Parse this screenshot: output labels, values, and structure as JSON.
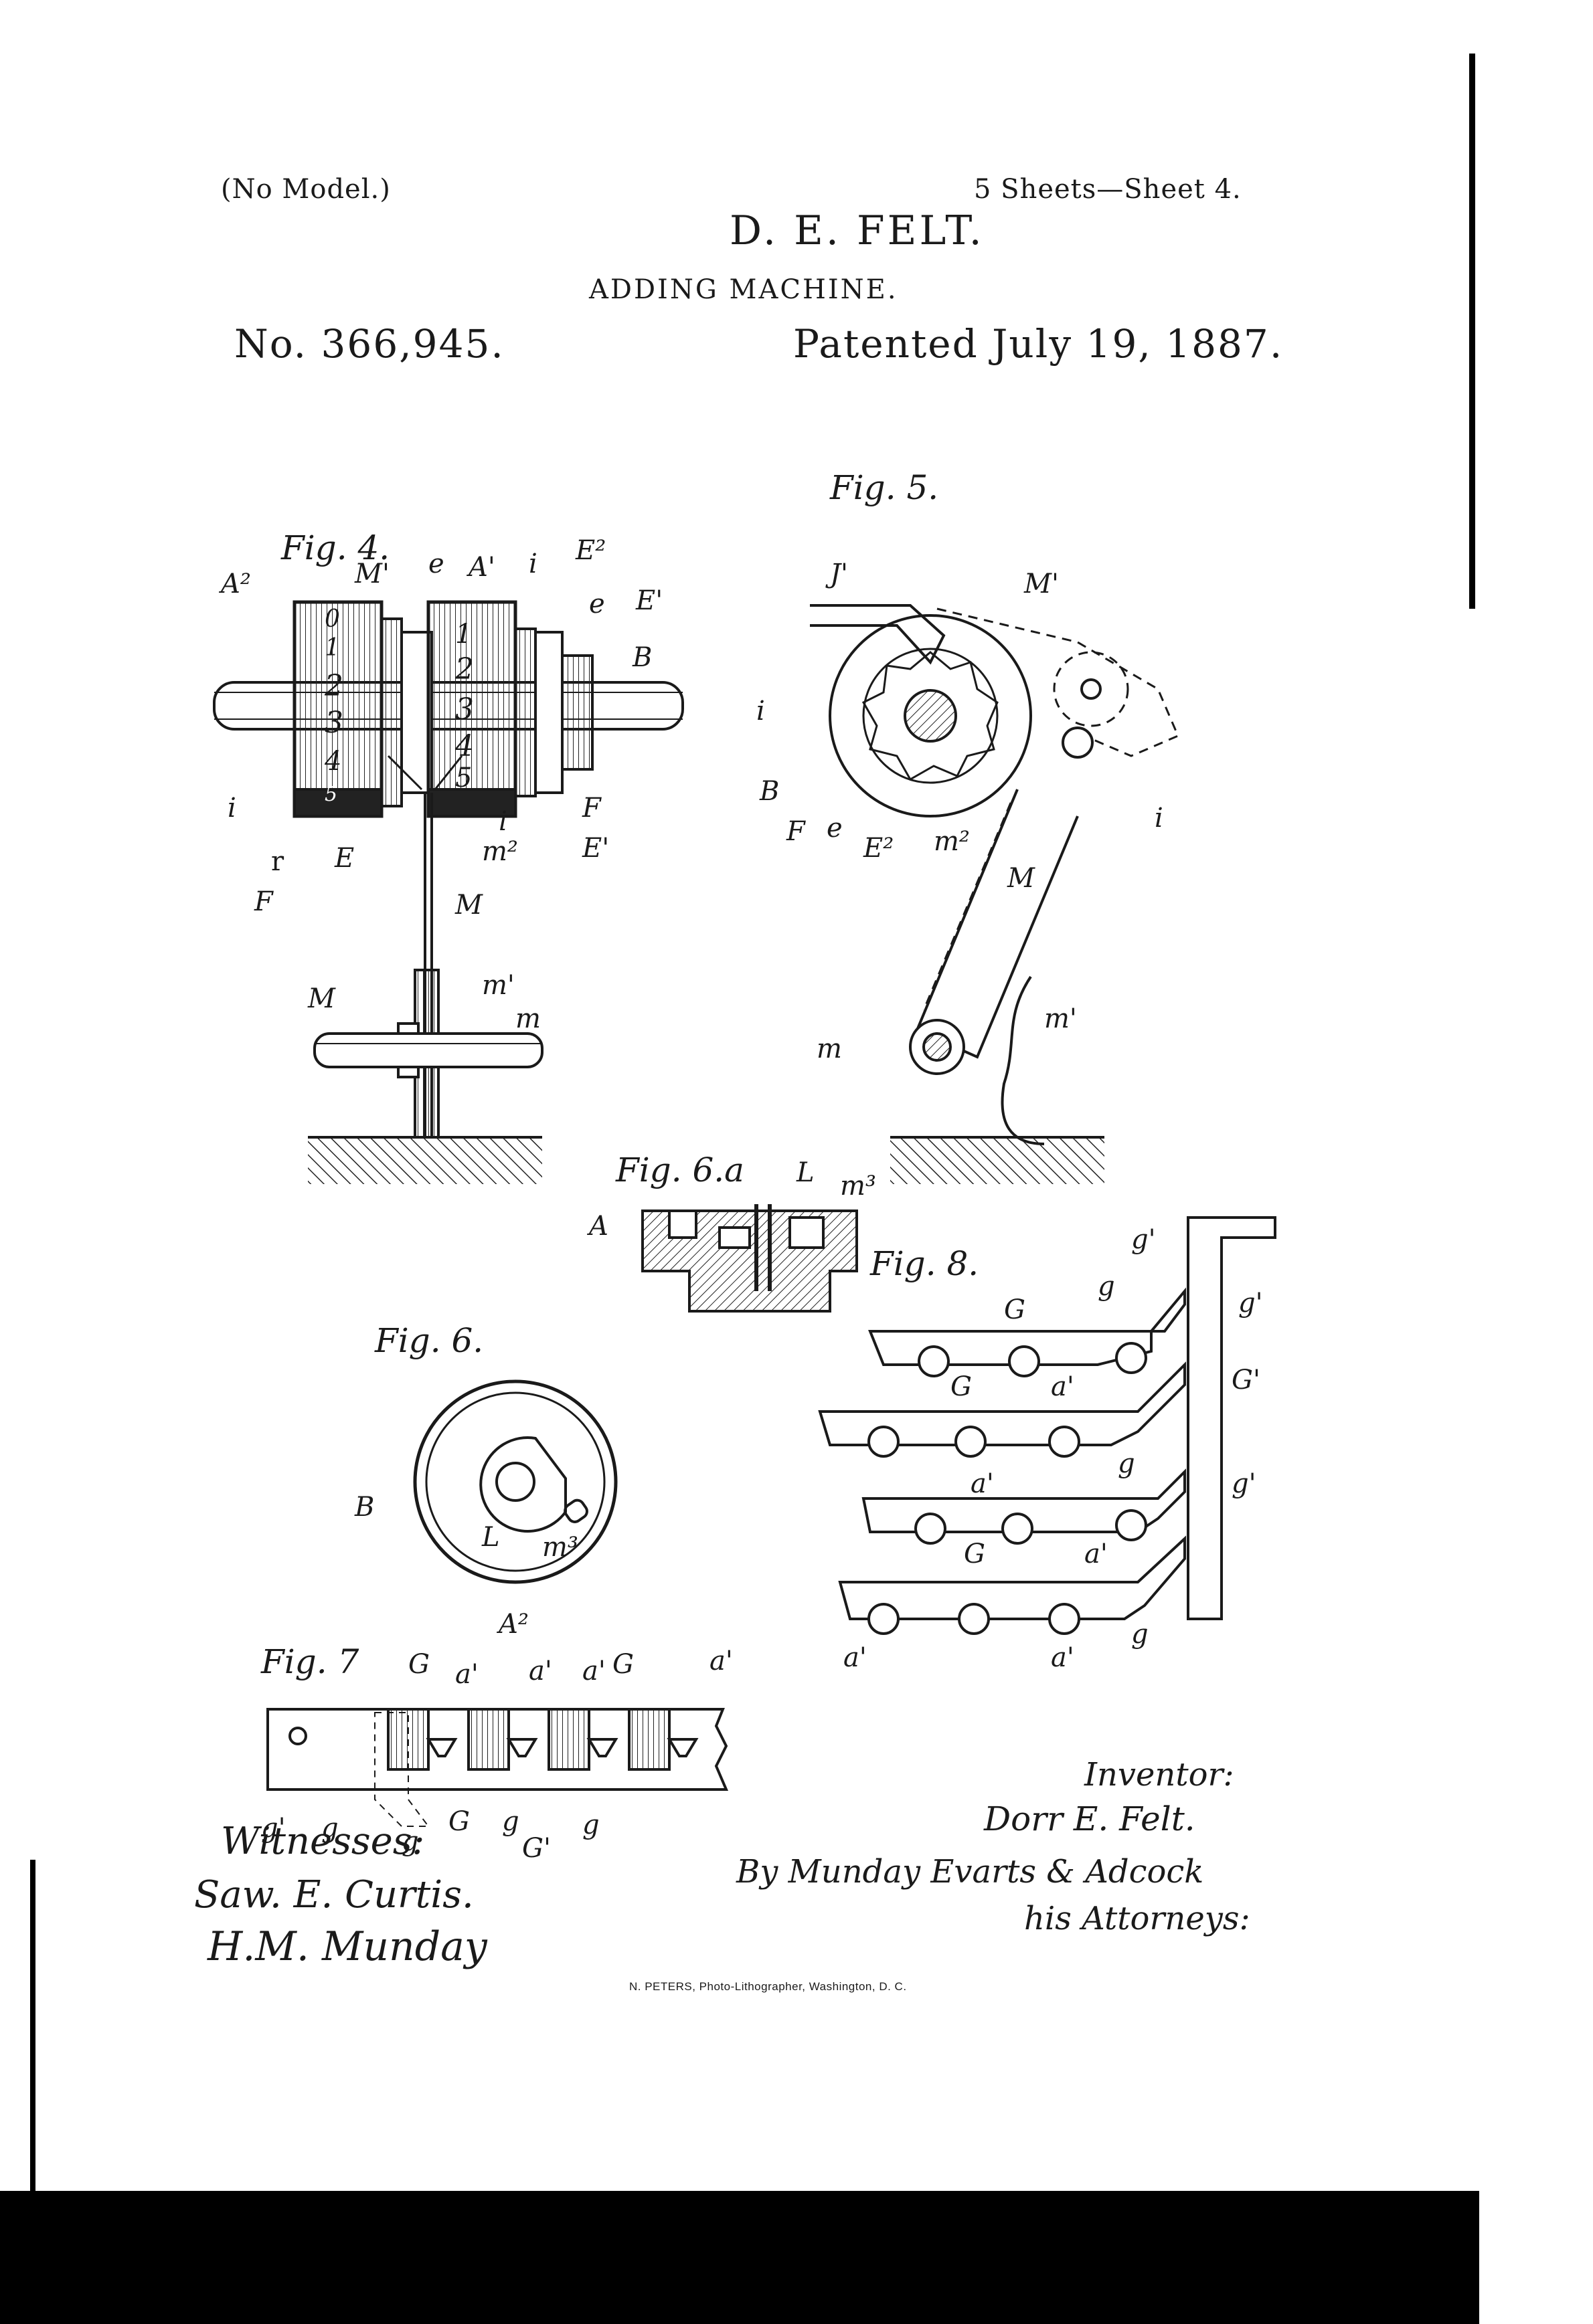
{
  "header": {
    "model_note": "(No Model.)",
    "sheet_note": "5 Sheets—Sheet 4.",
    "inventor": "D. E. FELT.",
    "title": "ADDING MACHINE.",
    "patent_number": "No. 366,945.",
    "patent_date": "Patented July 19, 1887."
  },
  "figures": {
    "fig4": {
      "caption": "Fig. 4.",
      "labels": [
        "A²",
        "M'",
        "e",
        "A'",
        "i",
        "E²",
        "e",
        "E'",
        "B",
        "i",
        "r",
        "E",
        "F",
        "i",
        "m²",
        "E'",
        "F",
        "M",
        "M",
        "m'",
        "m"
      ],
      "digits_left": [
        "0",
        "1",
        "2",
        "3",
        "4",
        "5"
      ],
      "digits_right": [
        "1",
        "2",
        "3",
        "4",
        "5"
      ]
    },
    "fig5": {
      "caption": "Fig. 5.",
      "labels": [
        "J'",
        "M'",
        "i",
        "B",
        "F",
        "e",
        "E²",
        "m²",
        "i",
        "M",
        "m'",
        "m"
      ]
    },
    "fig6a": {
      "caption": "Fig. 6.a",
      "labels": [
        "A",
        "L",
        "m³"
      ]
    },
    "fig6": {
      "caption": "Fig. 6.",
      "labels": [
        "B",
        "L",
        "m³",
        "A²"
      ]
    },
    "fig7": {
      "caption": "Fig. 7",
      "labels": [
        "G",
        "a'",
        "a'",
        "a'",
        "G",
        "a'",
        "g'",
        "g",
        "g",
        "G",
        "g",
        "G'",
        "g"
      ]
    },
    "fig8": {
      "caption": "Fig. 8.",
      "labels": [
        "g'",
        "g",
        "g'",
        "G",
        "a'",
        "G",
        "G'",
        "a'",
        "g",
        "g'",
        "G",
        "a'",
        "a'",
        "a'",
        "g"
      ]
    }
  },
  "signatures": {
    "witnesses_label": "Witnesses:",
    "witness_1": "Saw. E. Curtis.",
    "witness_2": "H.M. Munday",
    "inventor_label": "Inventor:",
    "inventor_signature": "Dorr E. Felt.",
    "attorneys_line": "By Munday Evarts & Adcock",
    "attorneys_role": "his Attorneys:"
  },
  "printer": "N. PETERS, Photo-Lithographer, Washington, D. C."
}
